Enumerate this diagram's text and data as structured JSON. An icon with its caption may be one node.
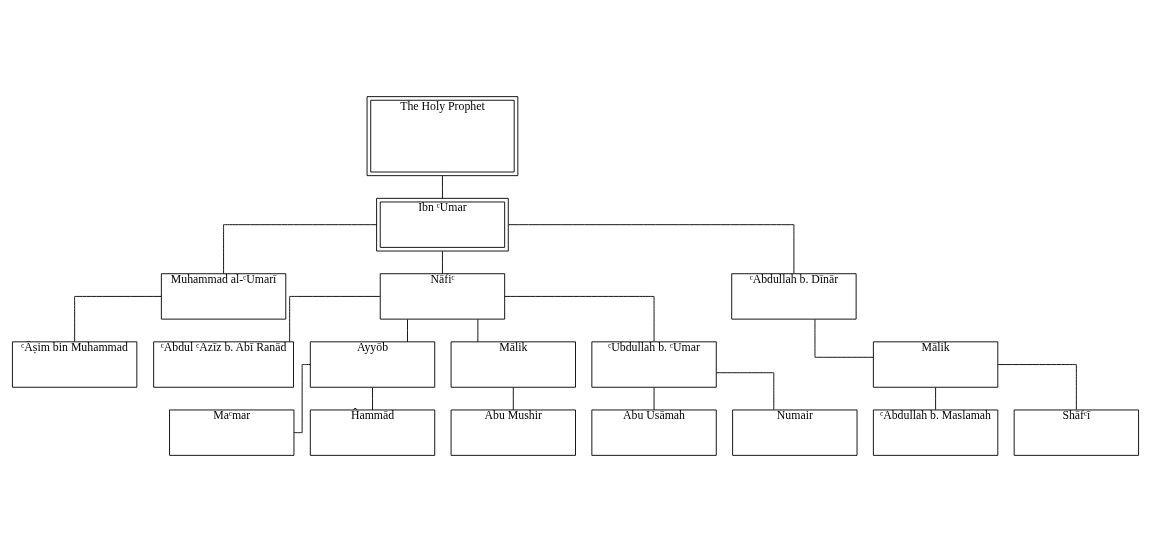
{
  "diagram": {
    "nodes": [
      {
        "text": [
          "The Holy Prophet"
        ]
      },
      {
        "text": [
          "Ibn ᶜUmar"
        ]
      },
      {
        "text": [
          "Muhammad al-ᶜUmarī"
        ]
      },
      {
        "text": [
          "Nāfiᶜ"
        ]
      },
      {
        "text": [
          "ᶜAbdullah b. Dīnār"
        ]
      },
      {
        "text": [
          "ᶜĀṣim bin Muhammad"
        ]
      },
      {
        "text": [
          "ᶜAbdul ᶜAzīz b. Abī Ranād"
        ]
      },
      {
        "text": [
          "Ayyōb"
        ]
      },
      {
        "text": [
          "Mālik"
        ]
      },
      {
        "text": [
          "ᶜUbdullah b. ᶜUmar"
        ]
      },
      {
        "text": [
          "Mālik"
        ]
      },
      {
        "text": [
          "Maᶜmar"
        ]
      },
      {
        "text": [
          "Ĥammād"
        ]
      },
      {
        "text": [
          "Abu Mushir"
        ]
      },
      {
        "text": [
          "Abu Usāmah"
        ]
      },
      {
        "text": [
          "Numair"
        ]
      },
      {
        "text": [
          "ᶜAbdullah b. Maslamah"
        ]
      },
      {
        "text": [
          "Shāfᶜī"
        ]
      }
    ],
    "edges": [
      {
        "from": 0,
        "to": 1,
        "arrow": "none"
      },
      {
        "from": 1,
        "to": 2,
        "arrow": "none"
      },
      {
        "from": 1,
        "to": 3,
        "arrow": "none"
      },
      {
        "from": 1,
        "to": 4,
        "arrow": "none"
      },
      {
        "from": 2,
        "to": 5,
        "arrow": "none"
      },
      {
        "from": 3,
        "to": 6,
        "arrow": "none"
      },
      {
        "from": 3,
        "to": 7,
        "arrow": "none"
      },
      {
        "from": 3,
        "to": 8,
        "arrow": "none"
      },
      {
        "from": 3,
        "to": 9,
        "arrow": "none"
      },
      {
        "from": 4,
        "to": 10,
        "arrow": "none"
      },
      {
        "from": 7,
        "to": 11,
        "arrow": "none"
      },
      {
        "from": 7,
        "to": 12,
        "arrow": "none"
      },
      {
        "from": 8,
        "to": 13,
        "arrow": "none"
      },
      {
        "from": 9,
        "to": 14,
        "arrow": "none"
      },
      {
        "from": 9,
        "to": 15,
        "arrow": "none"
      },
      {
        "from": 10,
        "to": 16,
        "arrow": "none"
      },
      {
        "from": 10,
        "to": 17,
        "arrow": "none"
      }
    ]
  }
}
